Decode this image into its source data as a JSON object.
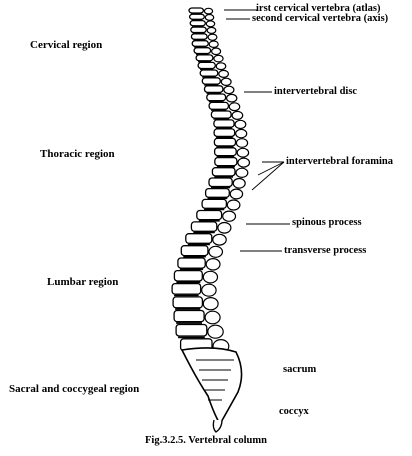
{
  "regions": {
    "cervical": "Cervical region",
    "thoracic": "Thoracic region",
    "lumbar": "Lumbar region",
    "sacral": "Sacral and coccygeal region"
  },
  "labels": {
    "atlas": "irst cervical vertebra (atlas)",
    "axis": "second cervical vertebra (axis)",
    "disc": "intervertebral disc",
    "foramina": "intervertebral foramina",
    "spinous": "spinous process",
    "transverse": "transverse process",
    "sacrum": "sacrum",
    "coccyx": "coccyx"
  },
  "caption": "Fig.3.2.5. Vertebral column"
}
